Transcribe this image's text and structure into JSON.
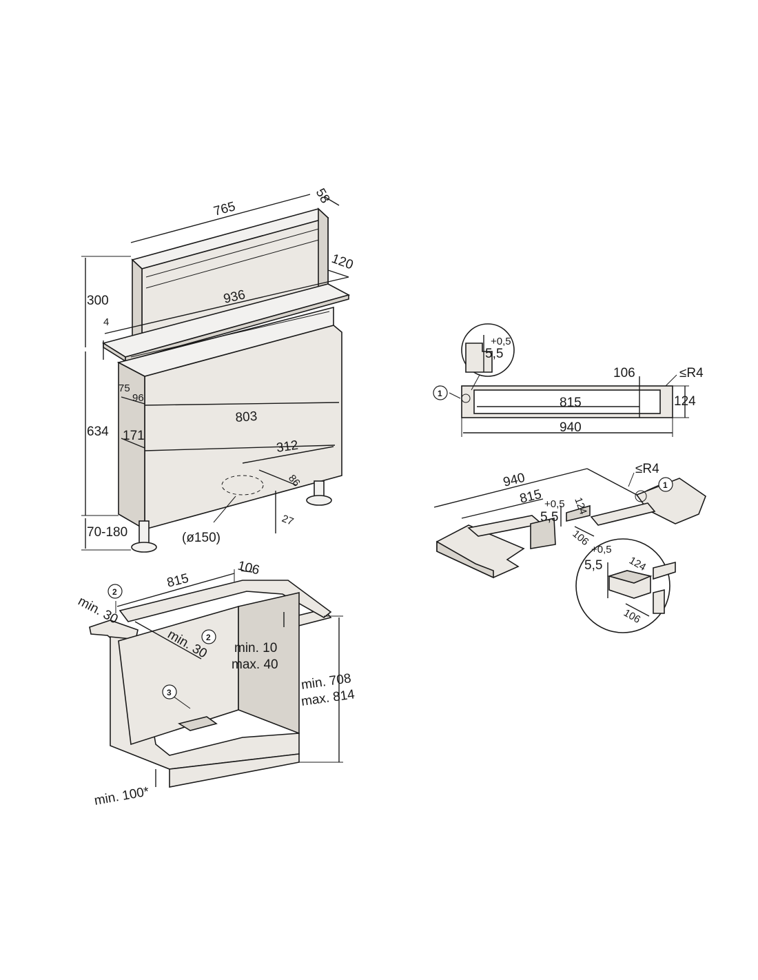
{
  "hood": {
    "width_top": "765",
    "depth_top": "58",
    "depth_frame": "120",
    "rise_height": "300",
    "cover_height": "4",
    "frame_width": "936",
    "housing_height": "634",
    "offset_75": "75",
    "offset_96": "96",
    "housing_width": "803",
    "offset_171": "171",
    "outlet_offset": "312",
    "outlet_86": "86",
    "outlet_27": "27",
    "outlet_diameter": "(ø150)",
    "foot_height": "70-180"
  },
  "cutout_top": {
    "callout_1": "1",
    "tolerance": "+0,5",
    "rebate_depth": "5,5",
    "dim_106": "106",
    "radius": "≤R4",
    "inner_length": "815",
    "depth": "124",
    "outer_length": "940"
  },
  "cutout_iso": {
    "outer_length": "940",
    "radius": "≤R4",
    "callout_1": "1",
    "inner_length": "815",
    "tolerance": "+0,5",
    "rebate_depth": "5,5",
    "depth": "124",
    "width": "106"
  },
  "detail": {
    "tolerance": "+0,5",
    "rebate_depth": "5,5",
    "depth": "124",
    "width": "106"
  },
  "cabinet": {
    "min_30_left": "min. 30",
    "callout_2a": "2",
    "inner_length": "815",
    "width": "106",
    "min_30_mid": "min. 30",
    "callout_2b": "2",
    "min_10": "min. 10",
    "max_40": "max. 40",
    "min_708": "min. 708",
    "max_814": "max. 814",
    "callout_3": "3",
    "plinth": "min. 100*"
  }
}
